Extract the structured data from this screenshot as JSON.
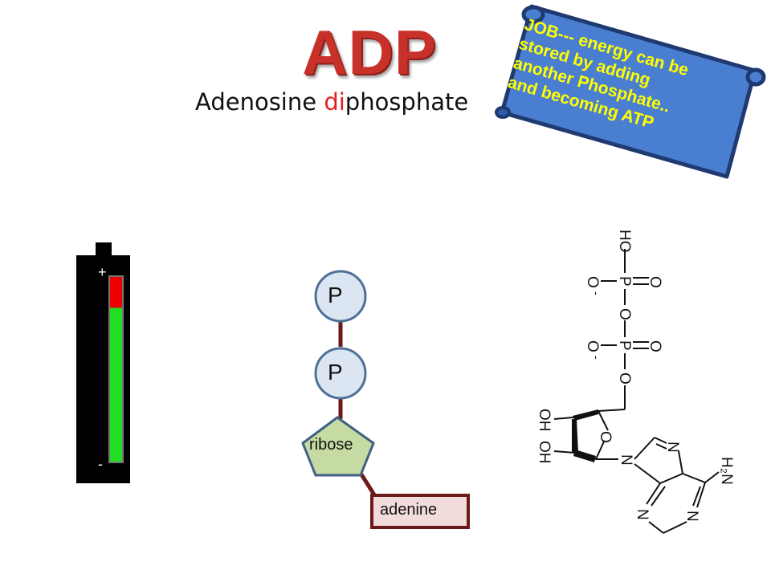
{
  "header": {
    "title": "ADP",
    "subtitle_pre": "Adenosine ",
    "subtitle_highlight": "di",
    "subtitle_post": "phosphate"
  },
  "banner": {
    "lines": [
      "JOB--- energy can be",
      "stored by adding",
      "another Phosphate..",
      "and becoming ATP"
    ]
  },
  "battery": {
    "plus_label": "+",
    "minus_label": "-",
    "charge_fraction": 0.83,
    "colors": {
      "charge": "#22dd22",
      "empty": "#ee0000",
      "case": "#000000"
    }
  },
  "schematic": {
    "phosphate_1": "P",
    "phosphate_2": "P",
    "sugar": "ribose",
    "base": "adenine"
  },
  "structure_labels": {
    "ho_top": "HO",
    "p": "P",
    "o": "O",
    "o_minus": "O",
    "minus": "-",
    "oh": "OH",
    "n": "N",
    "h2n": "H₂N"
  }
}
